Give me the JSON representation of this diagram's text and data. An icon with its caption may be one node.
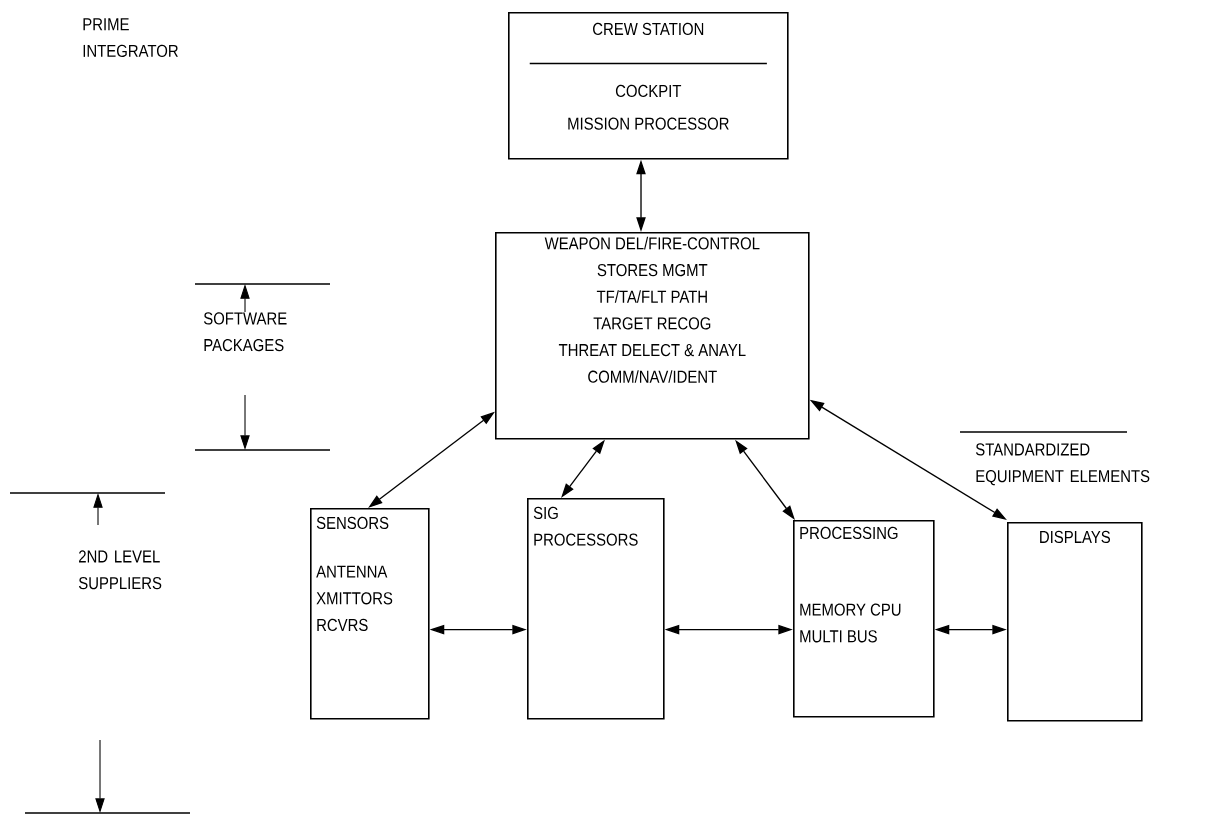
{
  "diagram": {
    "nodes": [
      {
        "text": [
          "CREW STATION",
          "COCKPIT",
          "MISSION PROCESSOR"
        ]
      },
      {
        "text": [
          "WEAPON DEL/FIRE-CONTROL",
          "STORES MGMT",
          "TF/TA/FLT PATH",
          "TARGET RECOG",
          "THREAT DELECT & ANAYL",
          "COMM/NAV/IDENT"
        ]
      },
      {
        "text": [
          "SENSORS",
          "ANTENNA XMITTORS RCVRS"
        ]
      },
      {
        "text": [
          "SIG PROCESSORS"
        ]
      },
      {
        "text": [
          "PROCESSING",
          "MEMORY CPU MULTI BUS"
        ]
      },
      {
        "text": [
          "DISPLAYS"
        ]
      }
    ],
    "edges": [
      {
        "from": 0,
        "to": 1,
        "arrow": "both"
      },
      {
        "from": 1,
        "to": 2,
        "arrow": "both"
      },
      {
        "from": 1,
        "to": 3,
        "arrow": "both"
      },
      {
        "from": 1,
        "to": 4,
        "arrow": "both"
      },
      {
        "from": 1,
        "to": 5,
        "arrow": "both"
      },
      {
        "from": 2,
        "to": 3,
        "arrow": "both"
      },
      {
        "from": 3,
        "to": 4,
        "arrow": "both"
      },
      {
        "from": 4,
        "to": 5,
        "arrow": "both"
      }
    ],
    "labels": [
      "PRIME INTEGRATOR",
      "SOFTWARE PACKAGES",
      "2ND LEVEL SUPPLIERS",
      "STANDARDIZED EQUIPMENT ELEMENTS"
    ]
  }
}
